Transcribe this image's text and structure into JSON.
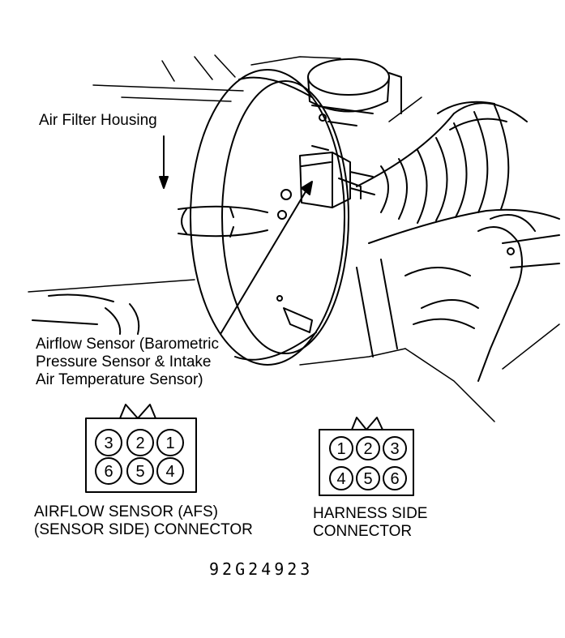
{
  "callouts": {
    "air_filter_housing": "Air Filter Housing",
    "airflow_sensor_line1": "Airflow Sensor (Barometric",
    "airflow_sensor_line2": "Pressure Sensor & Intake",
    "airflow_sensor_line3": "Air Temperature Sensor)"
  },
  "sensor_connector": {
    "label_line1": "AIRFLOW SENSOR (AFS)",
    "label_line2": "(SENSOR SIDE) CONNECTOR",
    "pins_top": [
      "3",
      "2",
      "1"
    ],
    "pins_bottom": [
      "6",
      "5",
      "4"
    ]
  },
  "harness_connector": {
    "label_line1": "HARNESS SIDE",
    "label_line2": "CONNECTOR",
    "pins_top": [
      "1",
      "2",
      "3"
    ],
    "pins_bottom": [
      "4",
      "5",
      "6"
    ]
  },
  "figure_id": "92G24923"
}
